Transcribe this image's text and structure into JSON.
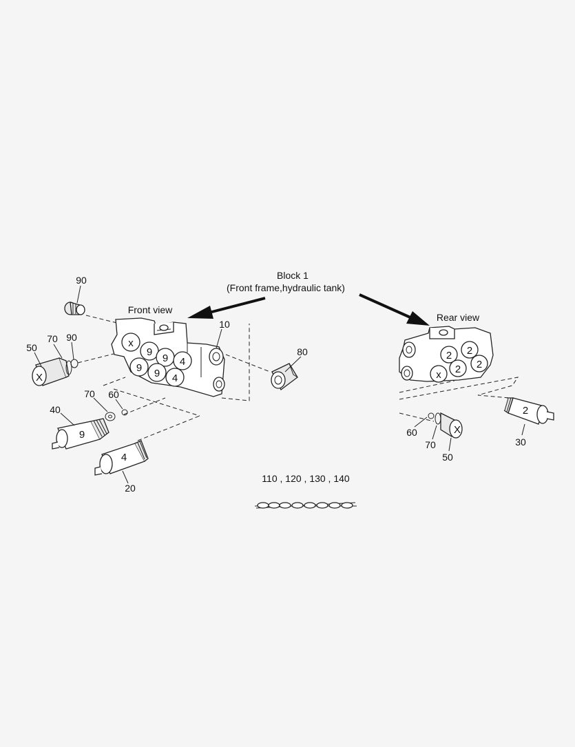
{
  "title": {
    "line1": "Block 1",
    "line2": "(Front frame,hydraulic tank)"
  },
  "views": {
    "front": "Front view",
    "rear": "Rear view"
  },
  "callouts": {
    "front": {
      "c90_top": "90",
      "c70_left": "70",
      "c90_mid": "90",
      "c50": "50",
      "c10": "10",
      "c80": "80",
      "c70_low": "70",
      "c60": "60",
      "c40": "40",
      "c20": "20"
    },
    "rear": {
      "c60": "60",
      "c70": "70",
      "c50": "50",
      "c30": "30"
    },
    "seals": "110 , 120 , 130 , 140"
  },
  "port_marks": {
    "front": [
      "x",
      "9",
      "9",
      "4",
      "9",
      "9",
      "4"
    ],
    "rear": [
      "2",
      "2",
      "2",
      "2",
      "x"
    ],
    "cart_50_front": "X",
    "cart_40": "9",
    "cart_20": "4",
    "cart_50_rear": "X",
    "cart_30": "2"
  }
}
